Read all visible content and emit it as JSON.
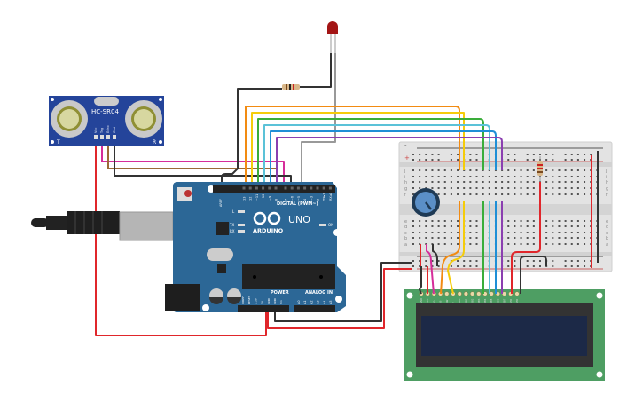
{
  "sensor": {
    "model": "HC-SR04",
    "pins": [
      "Vcc",
      "Trig",
      "Echo",
      "Gnd"
    ],
    "transmit_label": "T",
    "receive_label": "R"
  },
  "arduino": {
    "brand": "ARDUINO",
    "model": "UNO",
    "digital_label": "DIGITAL (PWM~)",
    "power_label": "POWER",
    "analog_label": "ANALOG IN",
    "on_label": "ON",
    "led_labels": [
      "L",
      "TX",
      "RX"
    ],
    "aref_label": "AREF",
    "digital_pins": [
      "13",
      "12",
      "~11",
      "~10",
      "~9",
      "8",
      "7",
      "~6",
      "~5",
      "4",
      "~3",
      "2",
      "TX▸1",
      "RX◂0"
    ],
    "power_pins": [
      "IOREF",
      "RESET",
      "3.3V",
      "5V",
      "GND",
      "GND",
      "Vin"
    ],
    "analog_pins": [
      "A0",
      "A1",
      "A2",
      "A3",
      "A4",
      "A5"
    ]
  },
  "breadboard": {
    "row_letters_top": [
      "j",
      "i",
      "h",
      "g",
      "f"
    ],
    "row_letters_bottom": [
      "e",
      "d",
      "c",
      "b",
      "a"
    ],
    "rail_plus": "+",
    "rail_minus": "-"
  },
  "lcd": {
    "pins": [
      "GND",
      "VCC",
      "V0",
      "RS",
      "RW",
      "E",
      "DB0",
      "DB1",
      "DB2",
      "DB3",
      "DB4",
      "DB5",
      "DB6",
      "DB7",
      "LED",
      "LED"
    ]
  },
  "colors": {
    "arduino_board": "#2c6796",
    "lcd_board": "#4e9e63",
    "lcd_screen": "#1c2947",
    "breadboard": "#e4e4e4",
    "wire_red": "#e0262b",
    "wire_black": "#333333",
    "wire_orange": "#f28b12",
    "wire_yellow": "#f5cc0a",
    "wire_green": "#3aad3a",
    "wire_cyan": "#5bc2d8",
    "wire_blue": "#1f8fd6",
    "wire_purple": "#8b3fb0",
    "wire_pink": "#d62d9a",
    "wire_brown": "#9b6a35",
    "wire_gray": "#999999"
  }
}
